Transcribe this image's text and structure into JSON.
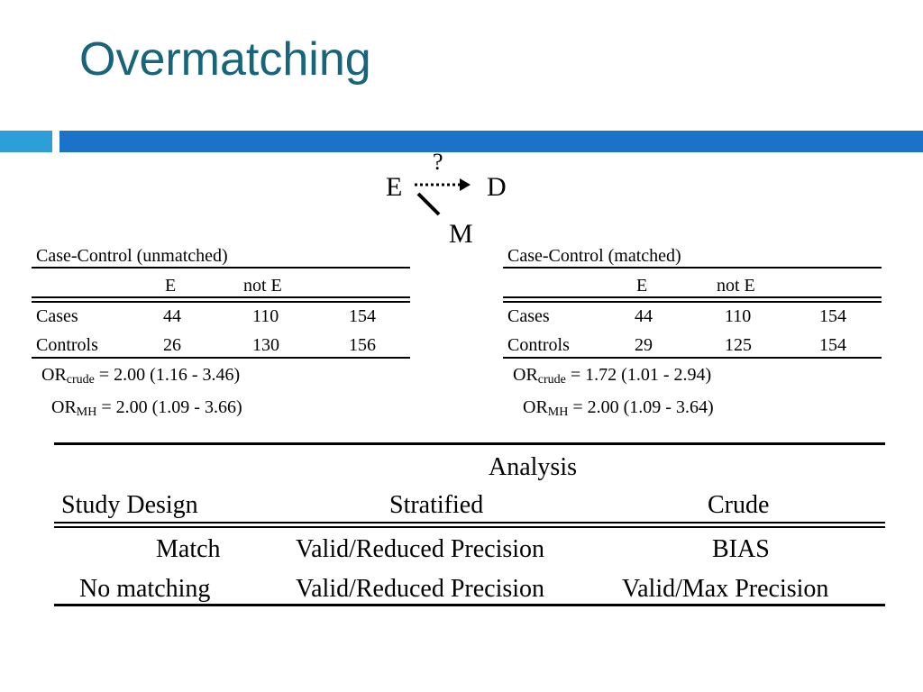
{
  "slide": {
    "title": "Overmatching"
  },
  "diagram": {
    "question": "?",
    "exposure": "E",
    "disease": "D",
    "matching_var": "M"
  },
  "unmatched": {
    "title": "Case-Control (unmatched)",
    "col_e": "E",
    "col_note": "not E",
    "rows": [
      {
        "label": "Cases",
        "e": "44",
        "note": "110",
        "total": "154"
      },
      {
        "label": "Controls",
        "e": "26",
        "note": "130",
        "total": "156"
      }
    ],
    "or_prefix": "OR",
    "or_crude_sub": "crude",
    "or_crude_value": "= 2.00 (1.16 - 3.46)",
    "or_mh_sub": "MH",
    "or_mh_value": "= 2.00 (1.09 - 3.66)"
  },
  "matched": {
    "title": "Case-Control (matched)",
    "col_e": "E",
    "col_note": "not E",
    "rows": [
      {
        "label": "Cases",
        "e": "44",
        "note": "110",
        "total": "154"
      },
      {
        "label": "Controls",
        "e": "29",
        "note": "125",
        "total": "154"
      }
    ],
    "or_prefix": "OR",
    "or_crude_sub": "crude",
    "or_crude_value": "= 1.72 (1.01 - 2.94)",
    "or_mh_sub": "MH",
    "or_mh_value": "= 2.00 (1.09 - 3.64)"
  },
  "analysis": {
    "header": "Analysis",
    "col_design": "Study Design",
    "col_stratified": "Stratified",
    "col_crude": "Crude",
    "rows": [
      {
        "design": "Match",
        "stratified": "Valid/Reduced Precision",
        "crude": "BIAS"
      },
      {
        "design": "No matching",
        "stratified": "Valid/Reduced Precision",
        "crude": "Valid/Max Precision"
      }
    ]
  }
}
